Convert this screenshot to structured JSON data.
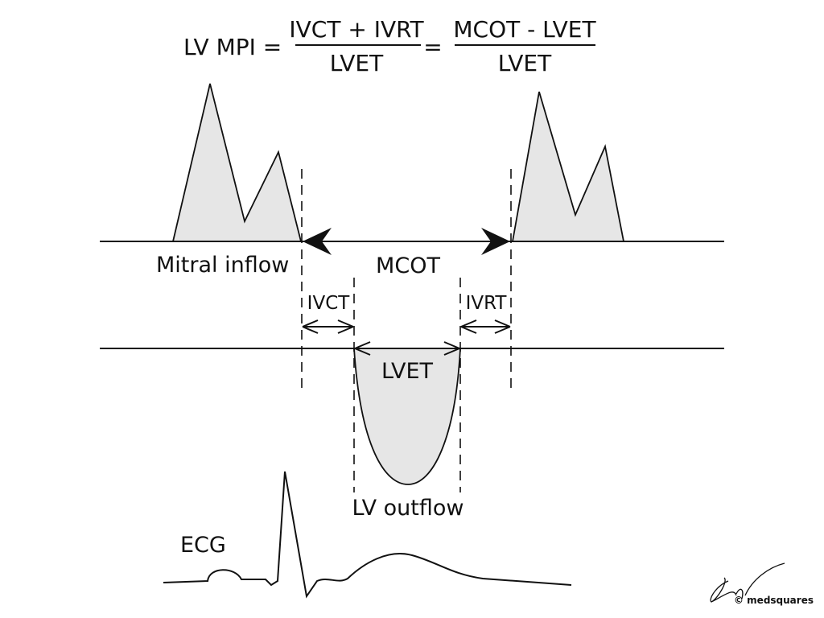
{
  "formula": {
    "lhs": "LV MPI =",
    "frac1_num": "IVCT + IVRT",
    "frac1_den": "LVET",
    "equals": "=",
    "frac2_num": "MCOT - LVET",
    "frac2_den": "LVET"
  },
  "labels": {
    "mitral_inflow": "Mitral inflow",
    "mcot": "MCOT",
    "ivct": "IVCT",
    "ivrt": "IVRT",
    "lvet": "LVET",
    "lv_outflow": "LV outflow",
    "ecg": "ECG"
  },
  "credit": {
    "copyright": "© medsquares"
  },
  "colors": {
    "fill": "#e6e6e6",
    "stroke": "#111111"
  }
}
